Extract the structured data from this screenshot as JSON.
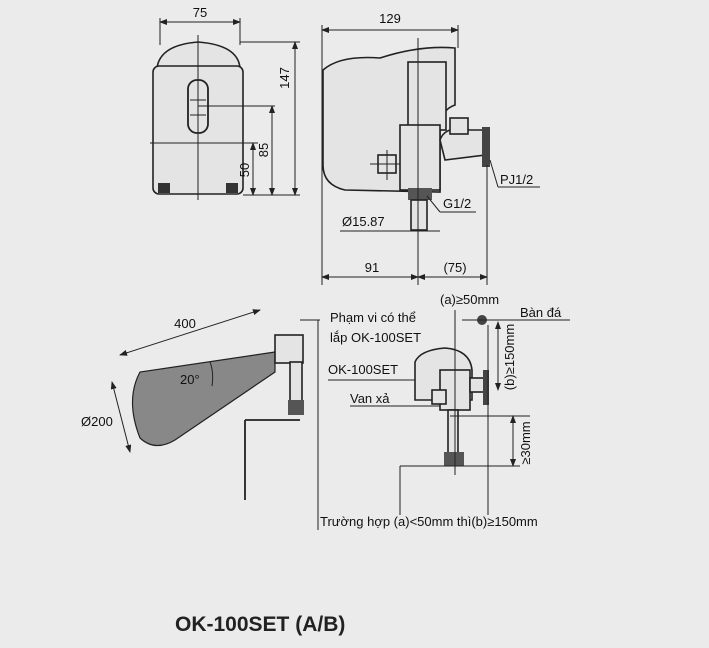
{
  "front_view": {
    "width": "75",
    "height": "147",
    "sensor_height": "85",
    "lower_height": "50"
  },
  "side_view": {
    "width": "129",
    "pipe_diameter": "Ø15.87",
    "thread": "G1/2",
    "inlet": "PJ1/2",
    "depth_left": "91",
    "depth_right": "(75)"
  },
  "install_view": {
    "range_length": "400",
    "range_diameter": "Ø200",
    "angle": "20°",
    "label_range_line1": "Phạm vi có thể",
    "label_range_line2": "lắp OK-100SET",
    "label_unit": "OK-100SET",
    "label_valve": "Van xả",
    "label_a": "(a)≥50mm",
    "label_counter": "Bàn đá",
    "label_b": "(b)≥150mm",
    "label_floor": "≥30mm",
    "note": "Trường hợp (a)<50mm thì(b)≥150mm"
  },
  "model_title": "OK-100SET (A/B)"
}
